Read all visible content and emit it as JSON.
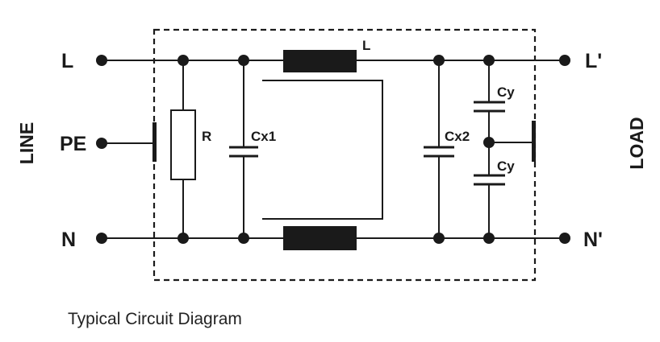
{
  "labels": {
    "line_in": "L",
    "line_out": "L'",
    "neutral_in": "N",
    "neutral_out": "N'",
    "protective_earth": "PE",
    "side_left": "LINE",
    "side_right": "LOAD",
    "resistor": "R",
    "inductor": "L",
    "cap_x1": "Cx1",
    "cap_x2": "Cx2",
    "cap_y_top": "Cy",
    "cap_y_bottom": "Cy"
  },
  "caption": "Typical Circuit Diagram"
}
